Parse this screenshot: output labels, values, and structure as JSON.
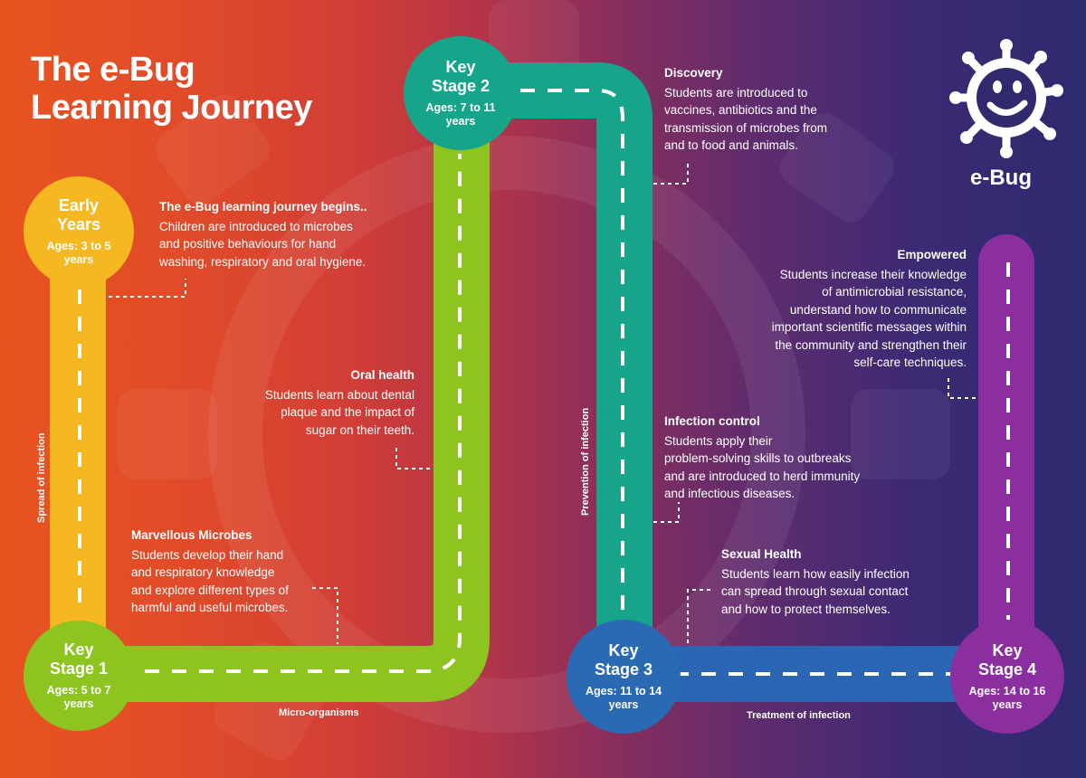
{
  "title": {
    "line1": "The e-Bug",
    "line2": "Learning Journey"
  },
  "logo": {
    "icon": "smiling-microbe-icon",
    "text": "e-Bug"
  },
  "colors": {
    "early_years": "#f5b820",
    "key_stage_1": "#8dc41f",
    "key_stage_2": "#16a58b",
    "key_stage_3": "#2a6ab3",
    "key_stage_4": "#8a2ea0",
    "ks3_path": "#2a66b3"
  },
  "stages": {
    "early_years": {
      "name": "Early\nYears",
      "ages": "Ages: 3 to 5\nyears"
    },
    "ks1": {
      "name": "Key\nStage 1",
      "ages": "Ages: 5 to 7\nyears"
    },
    "ks2": {
      "name": "Key\nStage 2",
      "ages": "Ages: 7 to 11\nyears"
    },
    "ks3": {
      "name": "Key\nStage 3",
      "ages": "Ages: 11 to 14\nyears"
    },
    "ks4": {
      "name": "Key\nStage 4",
      "ages": "Ages: 14 to 16\nyears"
    }
  },
  "path_labels": {
    "spread": "Spread of infection",
    "micro": "Micro-organisms",
    "prevention": "Prevention of infection",
    "treatment": "Treatment of infection"
  },
  "blocks": {
    "journey": {
      "heading": "The e-Bug learning journey begins..",
      "text": "Children are introduced to microbes\nand positive behaviours for hand\nwashing, respiratory and oral hygiene."
    },
    "microbes": {
      "heading": "Marvellous Microbes",
      "text": "Students develop their hand\nand respiratory knowledge\nand explore different types of\nharmful and useful microbes."
    },
    "oral": {
      "heading": "Oral health",
      "text": "Students learn about dental\nplaque and the impact of\nsugar on their teeth."
    },
    "discovery": {
      "heading": "Discovery",
      "text": "Students are introduced to\nvaccines, antibiotics and the\ntransmission of microbes from\nand to food and animals."
    },
    "infection": {
      "heading": "Infection control",
      "text": "Students apply their\nproblem-solving skills to outbreaks\nand are introduced to herd immunity\nand infectious diseases."
    },
    "sexual": {
      "heading": "Sexual Health",
      "text": "Students learn how easily infection\ncan spread through sexual contact\nand how to protect themselves."
    },
    "empowered": {
      "heading": "Empowered",
      "text": "Students increase their knowledge\nof antimicrobial resistance,\nunderstand how to communicate\nimportant scientific messages within\nthe community and strengthen their\nself-care techniques."
    }
  }
}
